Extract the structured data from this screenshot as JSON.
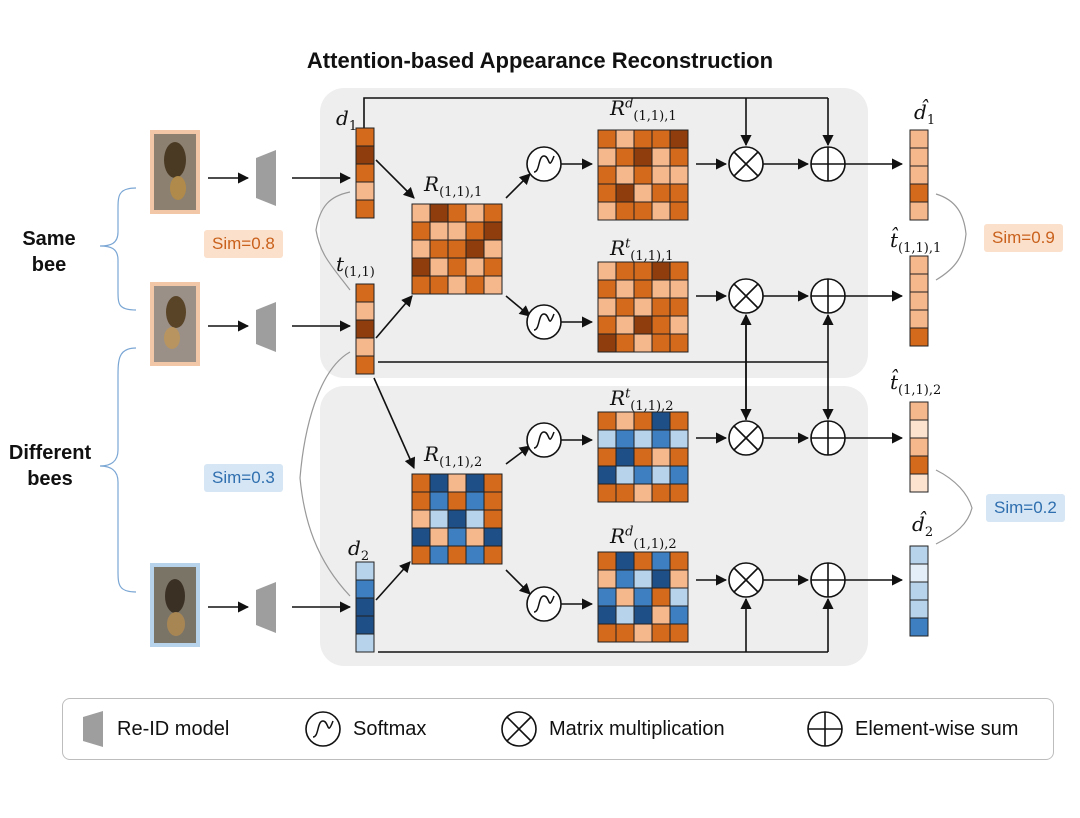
{
  "title": "Attention-based Appearance Reconstruction",
  "groups": {
    "same": "Same bee",
    "different": "Different bees"
  },
  "similarity": {
    "same_input": "Sim=0.8",
    "same_output": "Sim=0.9",
    "diff_input": "Sim=0.3",
    "diff_output": "Sim=0.2"
  },
  "vectors": {
    "d1": {
      "base": "d",
      "sub": "1"
    },
    "t": {
      "base": "t",
      "sub": "(1,1)"
    },
    "d2": {
      "base": "d",
      "sub": "2"
    },
    "d1_hat": {
      "base": "d̂",
      "sub": "1"
    },
    "t_hat_1": {
      "base": "t̂",
      "sub": "(1,1),1"
    },
    "t_hat_2": {
      "base": "t̂",
      "sub": "(1,1),2"
    },
    "d2_hat": {
      "base": "d̂",
      "sub": "2"
    }
  },
  "matrices": {
    "R1": {
      "base": "R",
      "sub": "(1,1),1"
    },
    "R2": {
      "base": "R",
      "sub": "(1,1),2"
    },
    "Rd1": {
      "base": "R",
      "sup": "d",
      "sub": "(1,1),1"
    },
    "Rt1": {
      "base": "R",
      "sup": "t",
      "sub": "(1,1),1"
    },
    "Rt2": {
      "base": "R",
      "sup": "t",
      "sub": "(1,1),2"
    },
    "Rd2": {
      "base": "R",
      "sup": "d",
      "sub": "(1,1),2"
    }
  },
  "legend": {
    "reid": "Re-ID model",
    "softmax": "Softmax",
    "matmul": "Matrix multiplication",
    "sum": "Element-wise sum"
  },
  "colors": {
    "orange_1": "#fbe3cf",
    "orange_2": "#f5b78c",
    "orange_3": "#d46a1c",
    "orange_4": "#8f3d0c",
    "blue_1": "#e4eef8",
    "blue_2": "#b7d3ec",
    "blue_3": "#3d7fc0",
    "blue_4": "#1e4f86",
    "panel": "#eeeeee",
    "sim_orange_text": "#c9611c",
    "sim_blue_text": "#2f6faf"
  }
}
